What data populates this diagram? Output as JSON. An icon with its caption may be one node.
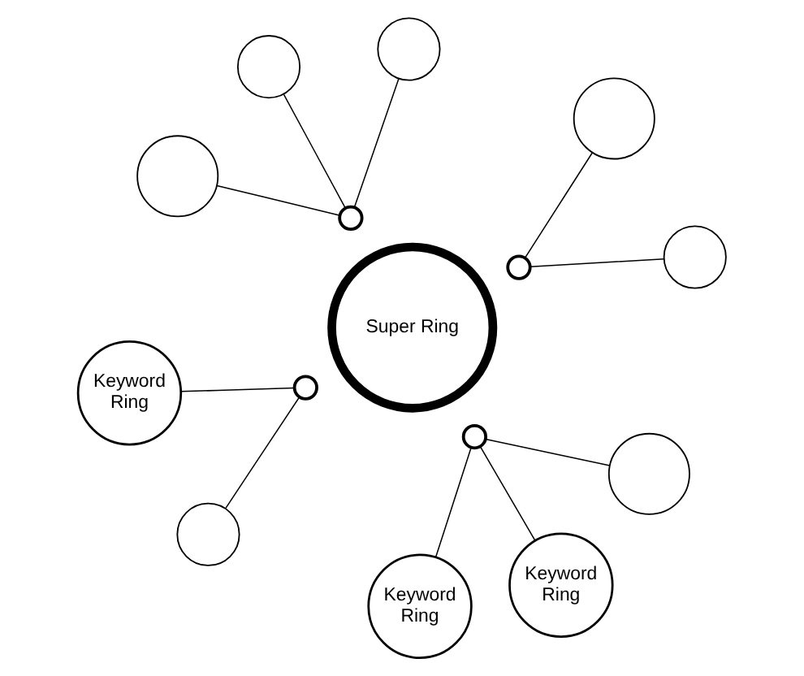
{
  "diagram": {
    "nodes": [
      {
        "text": [],
        "shape": "circle"
      },
      {
        "text": [],
        "shape": "circle"
      },
      {
        "text": [
          "Keyword Ring"
        ]
      },
      {
        "text": [
          "Keyword Ring"
        ]
      },
      {
        "text": [],
        "shape": "circle"
      },
      {
        "text": [
          "Super Ring"
        ]
      },
      {
        "text": [],
        "shape": "circle"
      },
      {
        "text": [],
        "shape": "circle"
      },
      {
        "text": [],
        "shape": "circle"
      },
      {
        "text": [
          "Keyword Ring"
        ]
      },
      {
        "text": [],
        "shape": "circle"
      },
      {
        "text": [],
        "shape": "circle"
      },
      {
        "text": [],
        "shape": "circle"
      },
      {
        "text": [],
        "shape": "circle"
      },
      {
        "text": [],
        "shape": "circle"
      }
    ],
    "edges": [
      {
        "from": 4,
        "to": 0,
        "arrow": "none"
      },
      {
        "from": 4,
        "to": 1,
        "arrow": "none"
      },
      {
        "from": 6,
        "to": 3,
        "arrow": "none"
      },
      {
        "from": 6,
        "to": 8,
        "arrow": "none"
      },
      {
        "from": 7,
        "to": 2,
        "arrow": "none"
      },
      {
        "from": 7,
        "to": 9,
        "arrow": "none"
      },
      {
        "from": 7,
        "to": 12,
        "arrow": "none"
      },
      {
        "from": 10,
        "to": 11,
        "arrow": "none"
      },
      {
        "from": 10,
        "to": 13,
        "arrow": "none"
      },
      {
        "from": 10,
        "to": 14,
        "arrow": "none"
      }
    ]
  }
}
